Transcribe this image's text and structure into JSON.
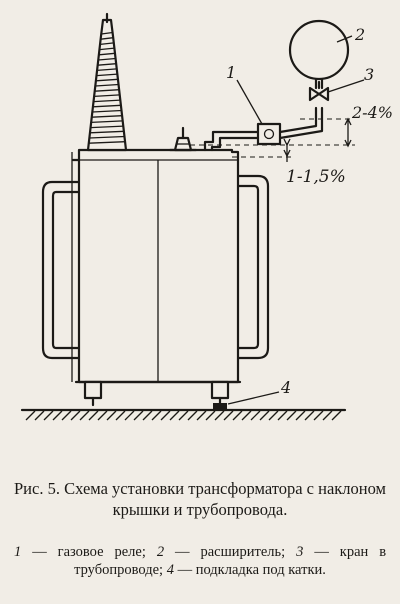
{
  "labels": {
    "relay": "1",
    "expander": "2",
    "valve": "3",
    "pad": "4",
    "pipe_slope": "2-4%",
    "cover_slope": "1-1,5%"
  },
  "caption": {
    "title": "Рис. 5. Схема установки трансформатора с наклоном крышки и трубопровода."
  },
  "legend": {
    "items": [
      {
        "num": "1",
        "text": "— газовое реле;"
      },
      {
        "num": "2",
        "text": "— расширитель;"
      },
      {
        "num": "3",
        "text": "— кран в трубопроводе;"
      },
      {
        "num": "4",
        "text": "— подкладка под катки."
      }
    ]
  }
}
